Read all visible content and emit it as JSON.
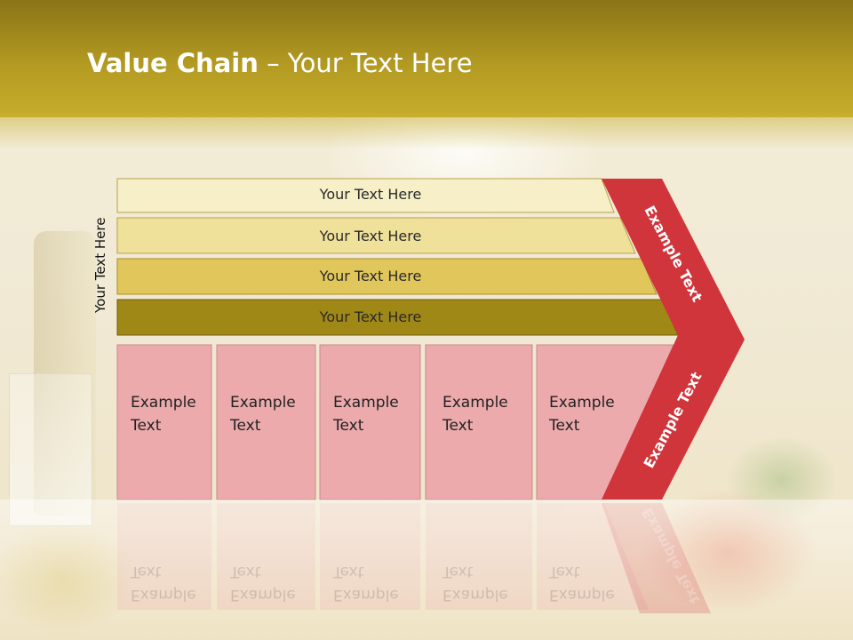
{
  "header": {
    "title_bold": "Value Chain",
    "title_rest": " – Your Text Here"
  },
  "side_label": "Your Text Here",
  "bars": [
    {
      "label": "Your Text Here",
      "color": "#f6efc7"
    },
    {
      "label": "Your Text Here",
      "color": "#efe09a"
    },
    {
      "label": "Your Text Here",
      "color": "#e1c65b"
    },
    {
      "label": "Your Text Here",
      "color": "#a08816"
    }
  ],
  "boxes": [
    {
      "label": "Example\nText"
    },
    {
      "label": "Example\nText"
    },
    {
      "label": "Example\nText"
    },
    {
      "label": "Example\nText"
    },
    {
      "label": "Example\nText"
    }
  ],
  "arrow": {
    "upper_label": "Example Text",
    "lower_label": "Example Text",
    "color": "#d0353b"
  },
  "colors": {
    "box_fill": "#ecaaad",
    "box_border": "#c98a8d"
  }
}
